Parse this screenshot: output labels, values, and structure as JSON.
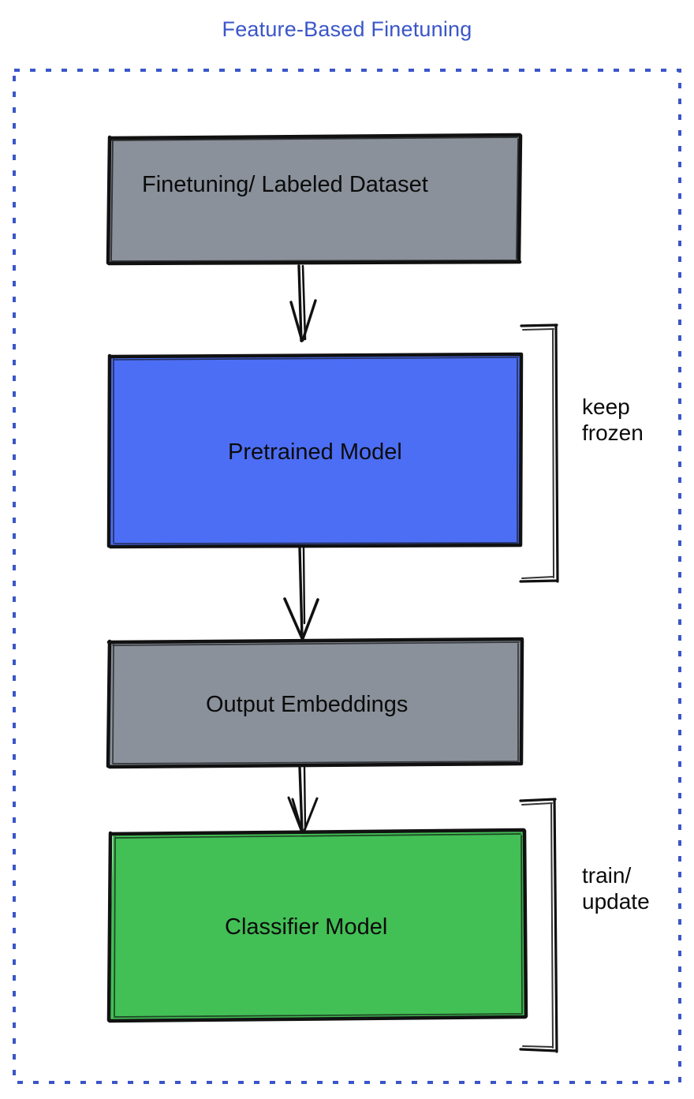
{
  "diagram": {
    "title": "Feature-Based Finetuning",
    "title_color": "#3a56c8",
    "container_border_color": "#3a56c8",
    "container_border_style": "dashed",
    "background": "#ffffff"
  },
  "nodes": [
    {
      "id": "finetuning-dataset",
      "label": "Finetuning/ Labeled Dataset",
      "fill": "#8a919b",
      "stroke": "#111111",
      "shape": "rectangle"
    },
    {
      "id": "pretrained-model",
      "label": "Pretrained Model",
      "fill": "#4c6ef5",
      "stroke": "#111111",
      "shape": "rectangle"
    },
    {
      "id": "output-embeddings",
      "label": "Output Embeddings",
      "fill": "#8a919b",
      "stroke": "#111111",
      "shape": "rectangle"
    },
    {
      "id": "classifier-model",
      "label": "Classifier Model",
      "fill": "#42bf55",
      "stroke": "#111111",
      "shape": "rectangle"
    }
  ],
  "edges": [
    {
      "id": "edge-dataset-to-pretrained",
      "from": "finetuning-dataset",
      "to": "pretrained-model",
      "arrow": "down"
    },
    {
      "id": "edge-pretrained-to-embeddings",
      "from": "pretrained-model",
      "to": "output-embeddings",
      "arrow": "down"
    },
    {
      "id": "edge-embeddings-to-classifier",
      "from": "output-embeddings",
      "to": "classifier-model",
      "arrow": "down"
    }
  ],
  "annotations": [
    {
      "id": "keep-frozen",
      "bracket_for": "pretrained-model",
      "line1": "keep",
      "line2": "frozen"
    },
    {
      "id": "train-update",
      "bracket_for": "classifier-model",
      "line1": "train/",
      "line2": "update"
    }
  ]
}
